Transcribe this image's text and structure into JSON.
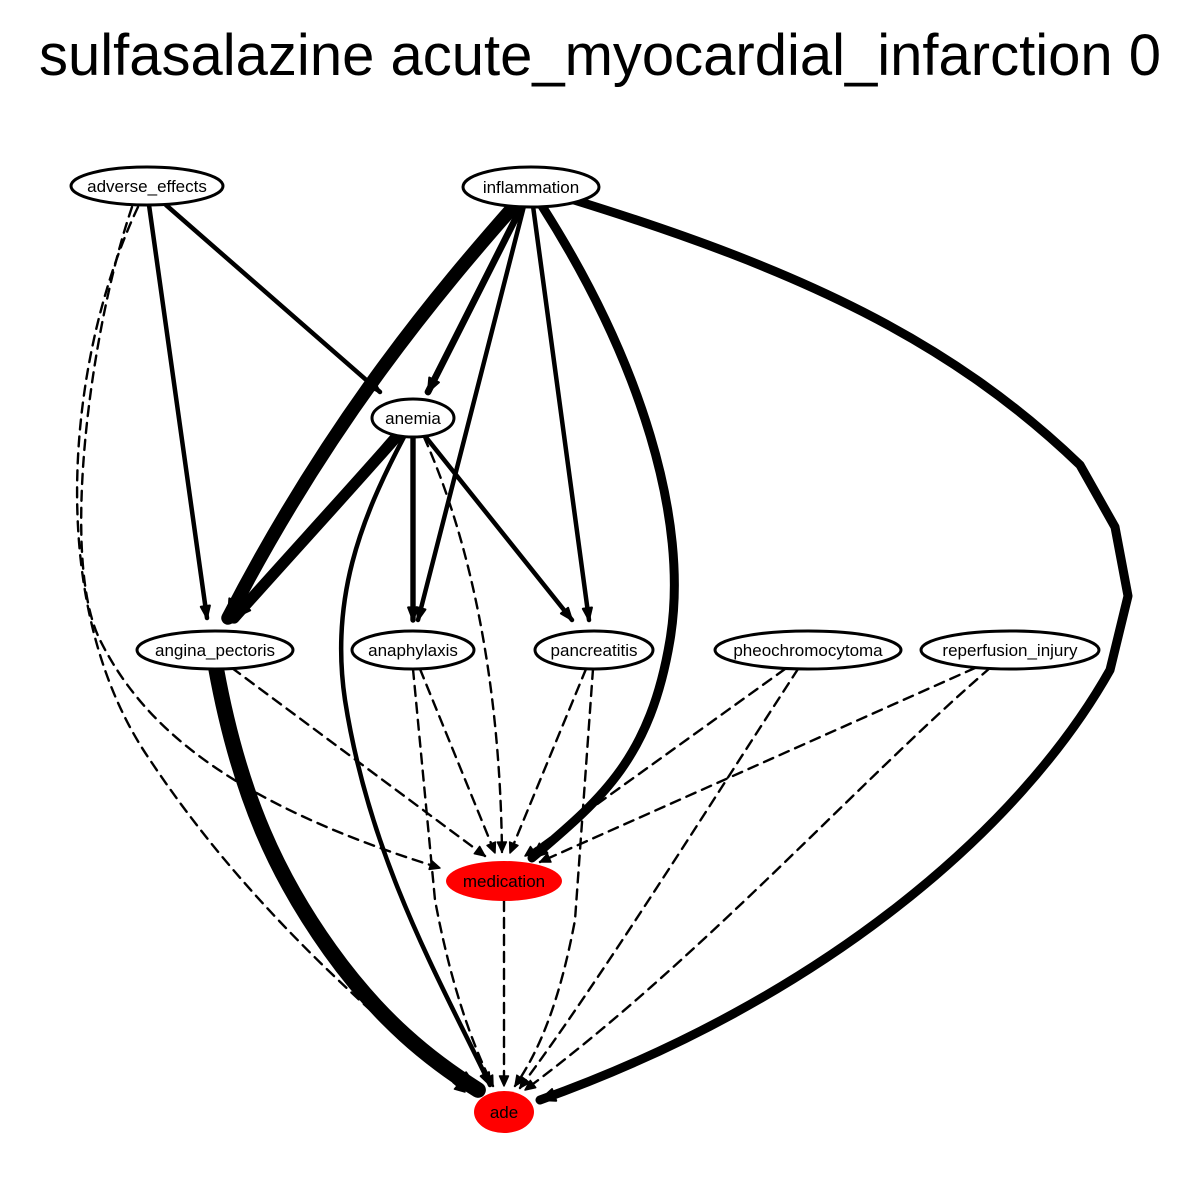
{
  "title": "sulfasalazine acute_myocardial_infarction 0",
  "colors": {
    "highlight_fill": "#ff0000",
    "node_fill": "#ffffff",
    "stroke": "#000000"
  },
  "nodes": [
    {
      "id": "adverse_effects",
      "label": "adverse_effects",
      "highlighted": false
    },
    {
      "id": "inflammation",
      "label": "inflammation",
      "highlighted": false
    },
    {
      "id": "anemia",
      "label": "anemia",
      "highlighted": false
    },
    {
      "id": "angina_pectoris",
      "label": "angina_pectoris",
      "highlighted": false
    },
    {
      "id": "anaphylaxis",
      "label": "anaphylaxis",
      "highlighted": false
    },
    {
      "id": "pancreatitis",
      "label": "pancreatitis",
      "highlighted": false
    },
    {
      "id": "pheochromocytoma",
      "label": "pheochromocytoma",
      "highlighted": false
    },
    {
      "id": "reperfusion_injury",
      "label": "reperfusion_injury",
      "highlighted": false
    },
    {
      "id": "medication",
      "label": "medication",
      "highlighted": true
    },
    {
      "id": "ade",
      "label": "ade",
      "highlighted": true
    }
  ],
  "edges": [
    {
      "from": "adverse_effects",
      "to": "anemia",
      "style": "solid",
      "weight": 1
    },
    {
      "from": "adverse_effects",
      "to": "angina_pectoris",
      "style": "solid",
      "weight": 1
    },
    {
      "from": "adverse_effects",
      "to": "medication",
      "style": "dashed",
      "weight": 1
    },
    {
      "from": "adverse_effects",
      "to": "ade",
      "style": "dashed",
      "weight": 1
    },
    {
      "from": "inflammation",
      "to": "angina_pectoris",
      "style": "solid",
      "weight": 3
    },
    {
      "from": "inflammation",
      "to": "anemia",
      "style": "solid",
      "weight": 1.5
    },
    {
      "from": "inflammation",
      "to": "anaphylaxis",
      "style": "solid",
      "weight": 1
    },
    {
      "from": "inflammation",
      "to": "pancreatitis",
      "style": "solid",
      "weight": 1
    },
    {
      "from": "inflammation",
      "to": "medication",
      "style": "solid",
      "weight": 2
    },
    {
      "from": "inflammation",
      "to": "ade",
      "style": "solid",
      "weight": 2
    },
    {
      "from": "anemia",
      "to": "angina_pectoris",
      "style": "solid",
      "weight": 2.5
    },
    {
      "from": "anemia",
      "to": "anaphylaxis",
      "style": "solid",
      "weight": 1.2
    },
    {
      "from": "anemia",
      "to": "pancreatitis",
      "style": "solid",
      "weight": 1
    },
    {
      "from": "anemia",
      "to": "ade",
      "style": "solid",
      "weight": 1
    },
    {
      "from": "anemia",
      "to": "medication",
      "style": "dashed",
      "weight": 1
    },
    {
      "from": "angina_pectoris",
      "to": "ade",
      "style": "solid",
      "weight": 3.5
    },
    {
      "from": "angina_pectoris",
      "to": "medication",
      "style": "dashed",
      "weight": 1
    },
    {
      "from": "anaphylaxis",
      "to": "medication",
      "style": "dashed",
      "weight": 1
    },
    {
      "from": "anaphylaxis",
      "to": "ade",
      "style": "dashed",
      "weight": 1
    },
    {
      "from": "pancreatitis",
      "to": "medication",
      "style": "dashed",
      "weight": 1
    },
    {
      "from": "pancreatitis",
      "to": "ade",
      "style": "dashed",
      "weight": 1
    },
    {
      "from": "pheochromocytoma",
      "to": "medication",
      "style": "dashed",
      "weight": 1
    },
    {
      "from": "pheochromocytoma",
      "to": "ade",
      "style": "dashed",
      "weight": 1
    },
    {
      "from": "reperfusion_injury",
      "to": "medication",
      "style": "dashed",
      "weight": 1
    },
    {
      "from": "reperfusion_injury",
      "to": "ade",
      "style": "dashed",
      "weight": 1
    },
    {
      "from": "medication",
      "to": "ade",
      "style": "dashed",
      "weight": 1
    }
  ]
}
